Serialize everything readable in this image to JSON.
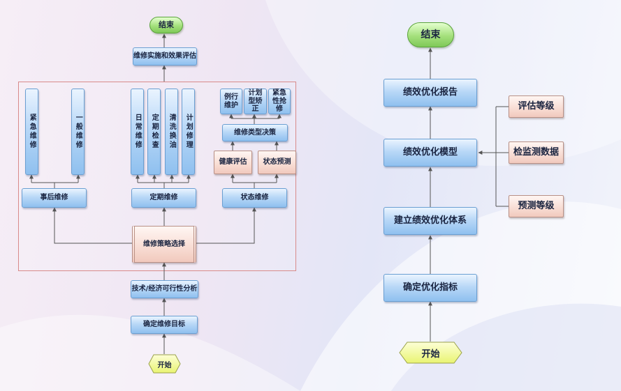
{
  "left": {
    "end": "结束",
    "eval": "维修实施和效果评估",
    "emergency_repair": "紧急维修",
    "general_repair": "一般维修",
    "daily_repair": "日常维修",
    "periodic_check": "定期检查",
    "clean_change_oil": "清洗换油",
    "planned_repair": "计划修理",
    "routine_maint": "例行维护",
    "planned_correct": "计划型矫正",
    "emergency_fix": "紧急性抢修",
    "type_decision": "维修类型决策",
    "health_eval": "健康评估",
    "state_predict": "状态预测",
    "post_repair": "事后维修",
    "periodic_repair": "定期维修",
    "condition_repair": "状态维修",
    "strategy_select": "维修策略选择",
    "feasibility": "技术/经济可行性分析",
    "target": "确定维修目标",
    "start": "开始"
  },
  "right": {
    "end": "结束",
    "report": "绩效优化报告",
    "model": "绩效优化模型",
    "system": "建立绩效优化体系",
    "indicator": "确定优化指标",
    "start": "开始",
    "eval_level": "评估等级",
    "detect_data": "检监测数据",
    "predict_level": "预测等级"
  },
  "colors": {
    "box_blue": "#9cc7f2",
    "box_pink": "#f6d6cc",
    "end_green": "#a4e07c",
    "start_yellow": "#f4fb9a",
    "frame_red": "#d88a8a",
    "line_gray": "#555555"
  }
}
